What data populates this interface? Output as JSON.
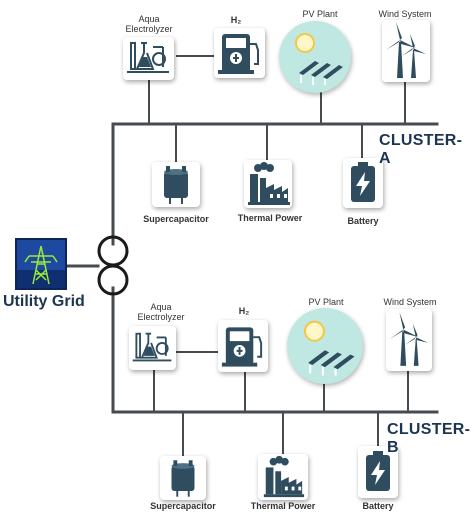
{
  "utility_grid": {
    "label": "Utility Grid"
  },
  "clusters": [
    {
      "label": "CLUSTER-A",
      "top_units": {
        "electrolyzer": "Aqua\nElectrolyzer",
        "h2": "H₂",
        "pv": "PV Plant",
        "wind": "Wind System"
      },
      "bottom_units": {
        "supercapacitor": "Supercapacitor",
        "thermal": "Thermal Power",
        "battery": "Battery"
      }
    },
    {
      "label": "CLUSTER-B",
      "top_units": {
        "electrolyzer": "Aqua\nElectrolyzer",
        "h2": "H₂",
        "pv": "PV Plant",
        "wind": "Wind System"
      },
      "bottom_units": {
        "supercapacitor": "Supercapacitor",
        "thermal": "Thermal Power",
        "battery": "Battery"
      }
    }
  ],
  "colors": {
    "bus": "#454b4f",
    "icon_dark": "#2f4d5f",
    "pv_circle": "#bfe8e3",
    "grid_bg": "#163c86",
    "grid_tower": "#9be83a"
  }
}
